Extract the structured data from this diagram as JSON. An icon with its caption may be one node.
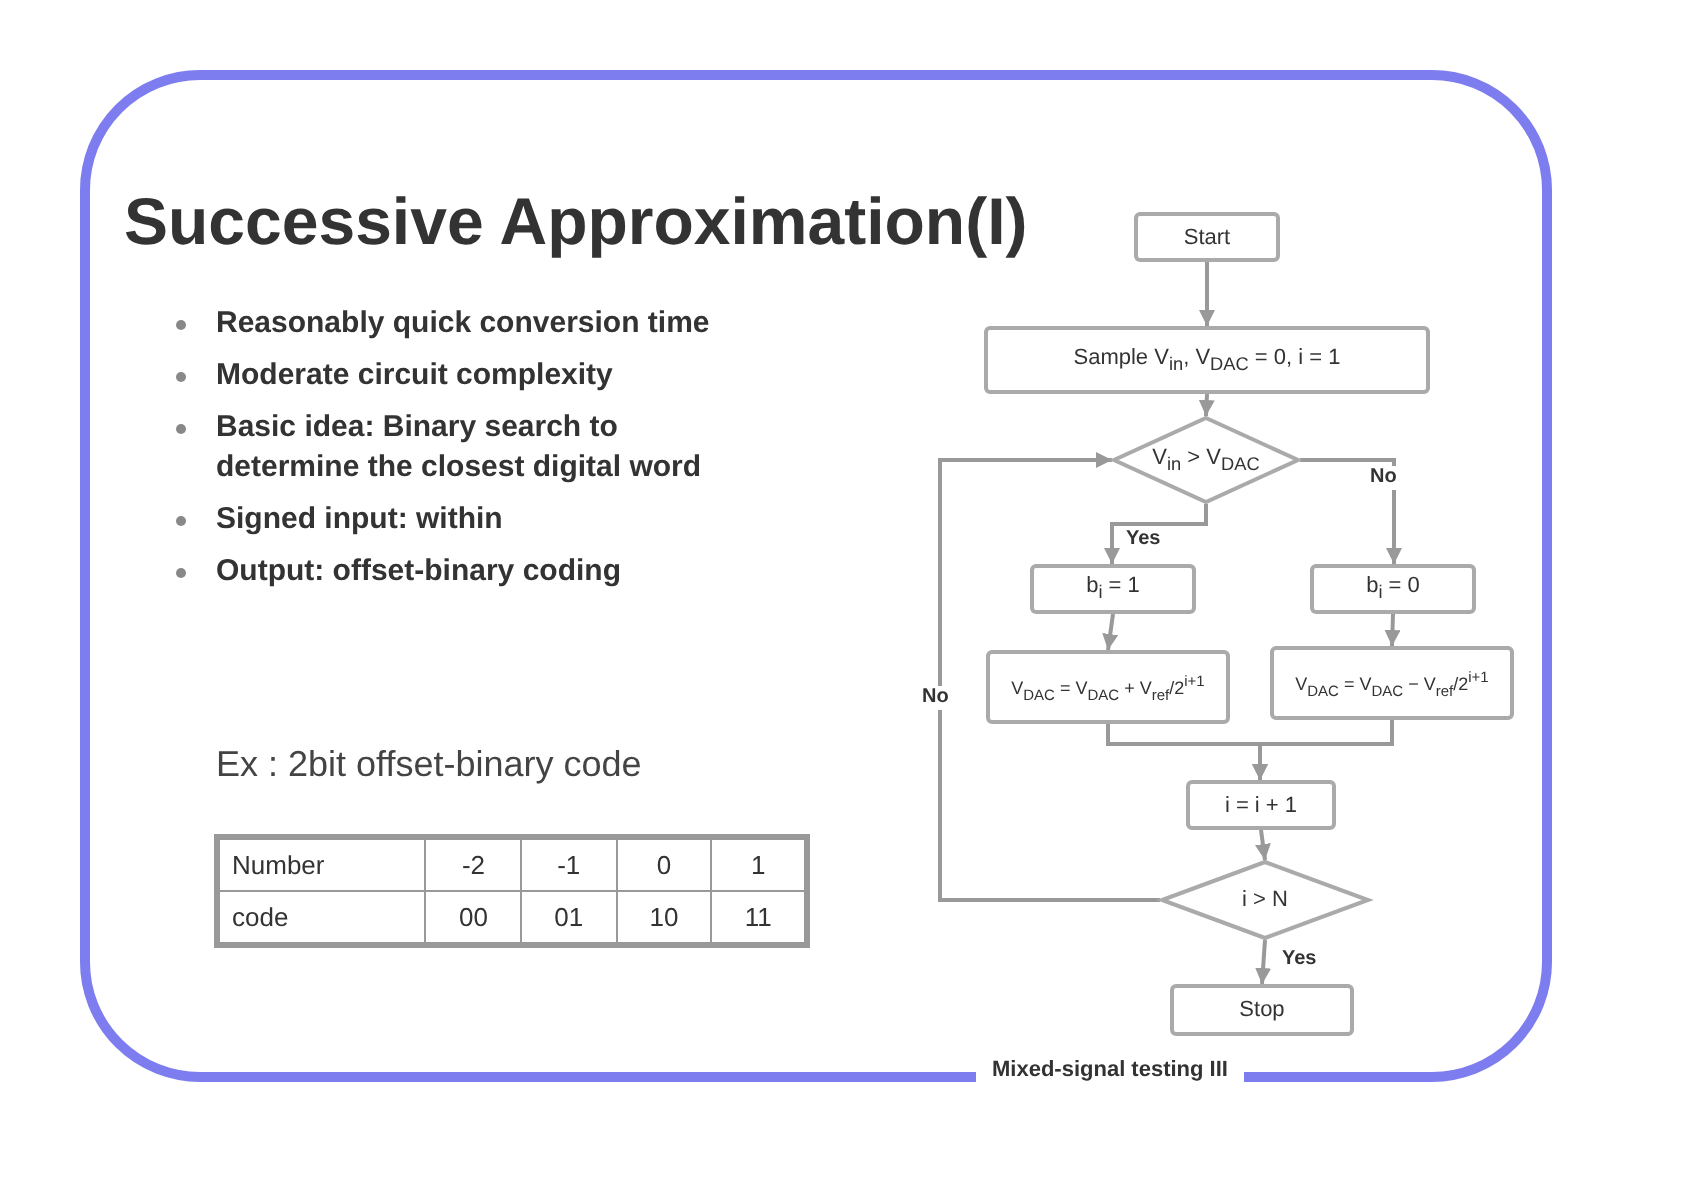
{
  "diagram": {
    "title": "Successive Approximation(I)",
    "nodes": [
      {
        "text": [
          "Start"
        ]
      },
      {
        "text": [
          "Sample V$_{in}$, V$_{DAC}$ = 0, i = 1"
        ]
      },
      {
        "text": [
          "V$_{in}$ > V$_{DAC}$"
        ]
      },
      {
        "text": [
          "b$_{i}$ = 1"
        ]
      },
      {
        "text": [
          "b$_{i}$ = 0"
        ]
      },
      {
        "text": [
          "V$_{DAC}$ = V$_{DAC}$ + V$_{ref}$/2$^{i+1}$"
        ]
      },
      {
        "text": [
          "V$_{DAC}$ = V$_{DAC}$ − V$_{ref}$/2$^{i+1}$"
        ]
      },
      {
        "text": [
          "i = i + 1"
        ]
      },
      {
        "text": [
          "i > N"
        ]
      },
      {
        "text": [
          "Stop"
        ]
      }
    ],
    "edges": [
      {
        "from": 0,
        "to": 1,
        "arrow": "to"
      },
      {
        "from": 1,
        "to": 2,
        "arrow": "to"
      },
      {
        "from": 2,
        "to": 3,
        "arrow": "to",
        "label": "Yes"
      },
      {
        "from": 2,
        "to": 4,
        "arrow": "to",
        "label": "No"
      },
      {
        "from": 3,
        "to": 5,
        "arrow": "to"
      },
      {
        "from": 4,
        "to": 6,
        "arrow": "to"
      },
      {
        "from": 5,
        "to": 7,
        "arrow": "to"
      },
      {
        "from": 6,
        "to": 7,
        "arrow": "to"
      },
      {
        "from": 7,
        "to": 8,
        "arrow": "to"
      },
      {
        "from": 8,
        "to": 9,
        "arrow": "to",
        "label": "Yes"
      },
      {
        "from": 8,
        "to": 2,
        "arrow": "to",
        "label": "No"
      }
    ],
    "labels": [
      "Reasonably quick conversion time",
      "Moderate circuit complexity",
      "Basic idea: Binary search to determine the closest digital word",
      "Signed input: within",
      "Output: offset-binary coding",
      "Ex : 2bit offset-binary code",
      "Number",
      "-2",
      "-1",
      "0",
      "1",
      "code",
      "00",
      "01",
      "10",
      "11",
      "Mixed-signal testing III"
    ]
  }
}
